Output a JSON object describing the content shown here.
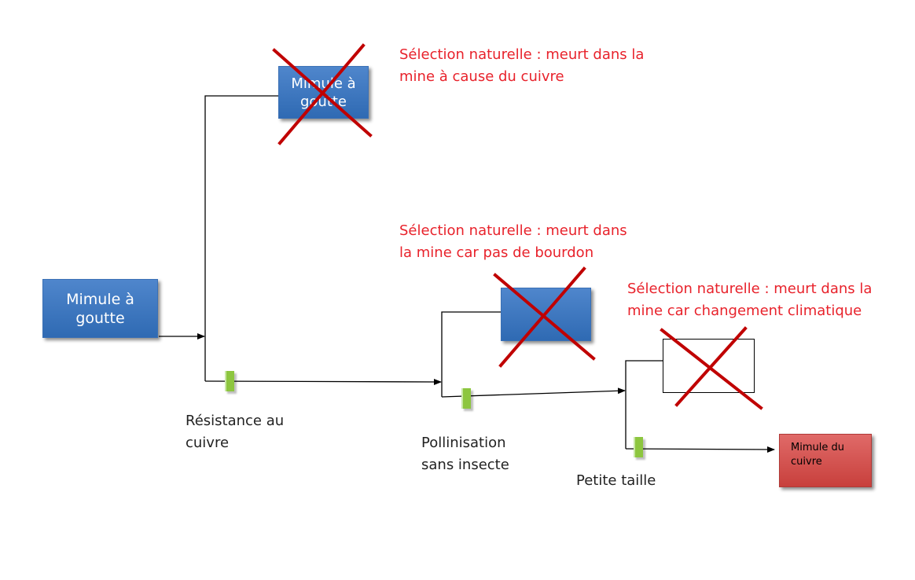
{
  "boxes": {
    "start": "Mimule à\ngoutte",
    "dead_top": "Mimule à\ngoutte",
    "dead_middle": "",
    "dead_right": "",
    "final": "Mimule du\ncuivre"
  },
  "notes": {
    "top": "Sélection naturelle  : meurt dans la\nmine à cause du cuivre",
    "middle": "Sélection naturelle  : meurt dans\nla mine car pas de bourdon",
    "right": "Sélection naturelle  : meurt dans la\nmine car changement climatique"
  },
  "traits": {
    "copper": "Résistance au\ncuivre",
    "pollination": "Pollinisation\nsans insecte",
    "size": "Petite taille"
  },
  "colors": {
    "cross": "#c00000",
    "note_text": "#e8222b",
    "box_blue": "#3a70b5",
    "box_red": "#c8403c",
    "trait_mark": "#8dc63f"
  }
}
